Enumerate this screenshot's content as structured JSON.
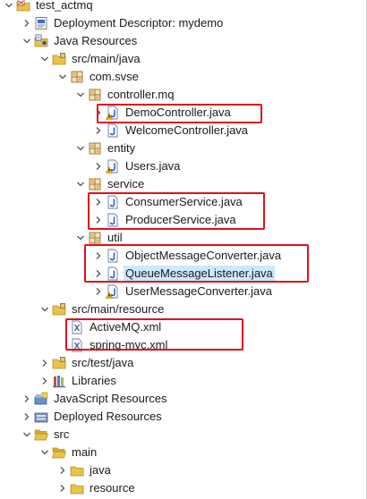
{
  "tree": [
    {
      "name": "tree-item-test-actmq",
      "label": "test_actmq",
      "level": 0,
      "chevron": "down",
      "icon": "project-icon"
    },
    {
      "name": "tree-item-deployment-descriptor",
      "label": "Deployment Descriptor: mydemo",
      "level": 1,
      "chevron": "right",
      "icon": "deployment-descriptor-icon"
    },
    {
      "name": "tree-item-java-resources",
      "label": "Java Resources",
      "level": 1,
      "chevron": "down",
      "icon": "java-resources-icon"
    },
    {
      "name": "tree-item-src-main-java",
      "label": "src/main/java",
      "level": 2,
      "chevron": "down",
      "icon": "source-folder-icon"
    },
    {
      "name": "tree-item-com-svse",
      "label": "com.svse",
      "level": 3,
      "chevron": "down",
      "icon": "package-icon"
    },
    {
      "name": "tree-item-controller-mq",
      "label": "controller.mq",
      "level": 4,
      "chevron": "down",
      "icon": "package-icon"
    },
    {
      "name": "tree-item-democontroller",
      "label": "DemoController.java",
      "level": 5,
      "chevron": "right",
      "icon": "java-file-warning-icon"
    },
    {
      "name": "tree-item-welcomecontroller",
      "label": "WelcomeController.java",
      "level": 5,
      "chevron": "right",
      "icon": "java-file-icon"
    },
    {
      "name": "tree-item-entity",
      "label": "entity",
      "level": 4,
      "chevron": "down",
      "icon": "package-icon"
    },
    {
      "name": "tree-item-users",
      "label": "Users.java",
      "level": 5,
      "chevron": "right",
      "icon": "java-file-warning-icon"
    },
    {
      "name": "tree-item-service",
      "label": "service",
      "level": 4,
      "chevron": "down",
      "icon": "package-icon"
    },
    {
      "name": "tree-item-consumerservice",
      "label": "ConsumerService.java",
      "level": 5,
      "chevron": "right",
      "icon": "java-file-icon"
    },
    {
      "name": "tree-item-producerservice",
      "label": "ProducerService.java",
      "level": 5,
      "chevron": "right",
      "icon": "java-file-icon"
    },
    {
      "name": "tree-item-util",
      "label": "util",
      "level": 4,
      "chevron": "down",
      "icon": "package-icon"
    },
    {
      "name": "tree-item-objectmessageconverter",
      "label": "ObjectMessageConverter.java",
      "level": 5,
      "chevron": "right",
      "icon": "java-file-icon"
    },
    {
      "name": "tree-item-queuemessagelistener",
      "label": "QueueMessageListener.java",
      "level": 5,
      "chevron": "right",
      "icon": "java-file-icon",
      "selected": true
    },
    {
      "name": "tree-item-usermessageconverter",
      "label": "UserMessageConverter.java",
      "level": 5,
      "chevron": "right",
      "icon": "java-file-warning-icon"
    },
    {
      "name": "tree-item-src-main-resource",
      "label": "src/main/resource",
      "level": 2,
      "chevron": "down",
      "icon": "source-folder-icon"
    },
    {
      "name": "tree-item-activemq-xml",
      "label": "ActiveMQ.xml",
      "level": 3,
      "chevron": "none",
      "icon": "xml-file-icon"
    },
    {
      "name": "tree-item-spring-mvc-xml",
      "label": "spring-mvc.xml",
      "level": 3,
      "chevron": "none",
      "icon": "xml-file-icon"
    },
    {
      "name": "tree-item-src-test-java",
      "label": "src/test/java",
      "level": 2,
      "chevron": "right",
      "icon": "source-folder-icon"
    },
    {
      "name": "tree-item-libraries",
      "label": "Libraries",
      "level": 2,
      "chevron": "right",
      "icon": "libraries-icon"
    },
    {
      "name": "tree-item-javascript-resources",
      "label": "JavaScript Resources",
      "level": 1,
      "chevron": "right",
      "icon": "javascript-resources-icon"
    },
    {
      "name": "tree-item-deployed-resources",
      "label": "Deployed Resources",
      "level": 1,
      "chevron": "right",
      "icon": "deployed-resources-icon"
    },
    {
      "name": "tree-item-src",
      "label": "src",
      "level": 1,
      "chevron": "down",
      "icon": "folder-open-icon"
    },
    {
      "name": "tree-item-main",
      "label": "main",
      "level": 2,
      "chevron": "down",
      "icon": "folder-open-icon"
    },
    {
      "name": "tree-item-java",
      "label": "java",
      "level": 3,
      "chevron": "right",
      "icon": "folder-icon"
    },
    {
      "name": "tree-item-resource",
      "label": "resource",
      "level": 3,
      "chevron": "right",
      "icon": "folder-icon"
    }
  ],
  "colors": {
    "highlight": "#e0101e",
    "selection": "#cde8ff",
    "folder": "#e8c24a",
    "package": "#a07b3a",
    "java": "#2a5bb5",
    "warning": "#f0b400"
  }
}
